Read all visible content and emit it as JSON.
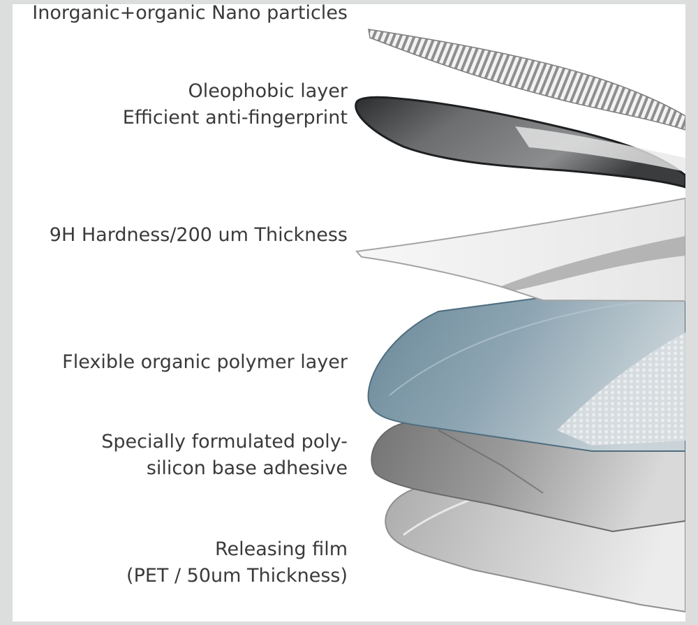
{
  "layers": [
    {
      "id": "nano",
      "lines": [
        "Inorganic+organic Nano particles"
      ]
    },
    {
      "id": "oleophobic",
      "lines": [
        "Oleophobic layer",
        "Efficient anti-fingerprint"
      ]
    },
    {
      "id": "hardness",
      "lines": [
        "9H Hardness/200 um Thickness"
      ]
    },
    {
      "id": "polymer",
      "lines": [
        "Flexible organic polymer layer"
      ]
    },
    {
      "id": "adhesive",
      "lines": [
        "Specially formulated poly-",
        "silicon base adhesive"
      ]
    },
    {
      "id": "releasing",
      "lines": [
        "Releasing film",
        "(PET / 50um Thickness)"
      ]
    }
  ],
  "colors": {
    "background": "#ffffff",
    "outer": "#dcdedd",
    "text": "#3a3a3a",
    "oleophobic": "#2f3133",
    "polymer": "#5f7f92",
    "adhesive": "#7b7b7b",
    "releasing": "#b9b9b9"
  }
}
